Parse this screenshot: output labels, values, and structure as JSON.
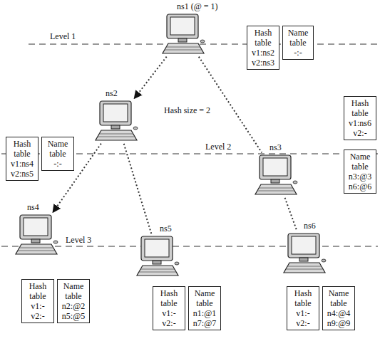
{
  "diagram": {
    "nodes": [
      {
        "text": [
          "ns1 (@ = 1)"
        ]
      },
      {
        "text": [
          "Hash table",
          "v1:ns2",
          "v2:ns3"
        ]
      },
      {
        "text": [
          "Name table",
          "-:-"
        ]
      },
      {
        "text": [
          "ns2"
        ]
      },
      {
        "text": [
          "Hash table",
          "v1:ns4",
          "v2:ns5"
        ]
      },
      {
        "text": [
          "Name table",
          "-:-"
        ]
      },
      {
        "text": [
          "ns3"
        ]
      },
      {
        "text": [
          "Hash table",
          "v1:ns6",
          "v2:-"
        ]
      },
      {
        "text": [
          "Name table",
          "n3:@3",
          "n6:@6"
        ]
      },
      {
        "text": [
          "ns4"
        ]
      },
      {
        "text": [
          "Hash table",
          "v1:-",
          "v2:-"
        ]
      },
      {
        "text": [
          "Name table",
          "n2:@2",
          "n5:@5"
        ]
      },
      {
        "text": [
          "ns5"
        ]
      },
      {
        "text": [
          "Hash table",
          "v1:-",
          "v2:-"
        ]
      },
      {
        "text": [
          "Name table",
          "n1:@1",
          "n7:@7"
        ]
      },
      {
        "text": [
          "ns6"
        ]
      },
      {
        "text": [
          "Hash table",
          "v1:-",
          "v2:-"
        ]
      },
      {
        "text": [
          "Name table",
          "n4:@4",
          "n9:@9"
        ]
      }
    ],
    "edges": [
      {
        "from": 0,
        "to": 3,
        "arrow": "to"
      },
      {
        "from": 0,
        "to": 6,
        "arrow": "none"
      },
      {
        "from": 3,
        "to": 9,
        "arrow": "to"
      },
      {
        "from": 3,
        "to": 12,
        "arrow": "none"
      },
      {
        "from": 6,
        "to": 15,
        "arrow": "none"
      }
    ],
    "labels": [
      "Level 1",
      "Hash size = 2",
      "Level 2",
      "Level 3"
    ]
  }
}
